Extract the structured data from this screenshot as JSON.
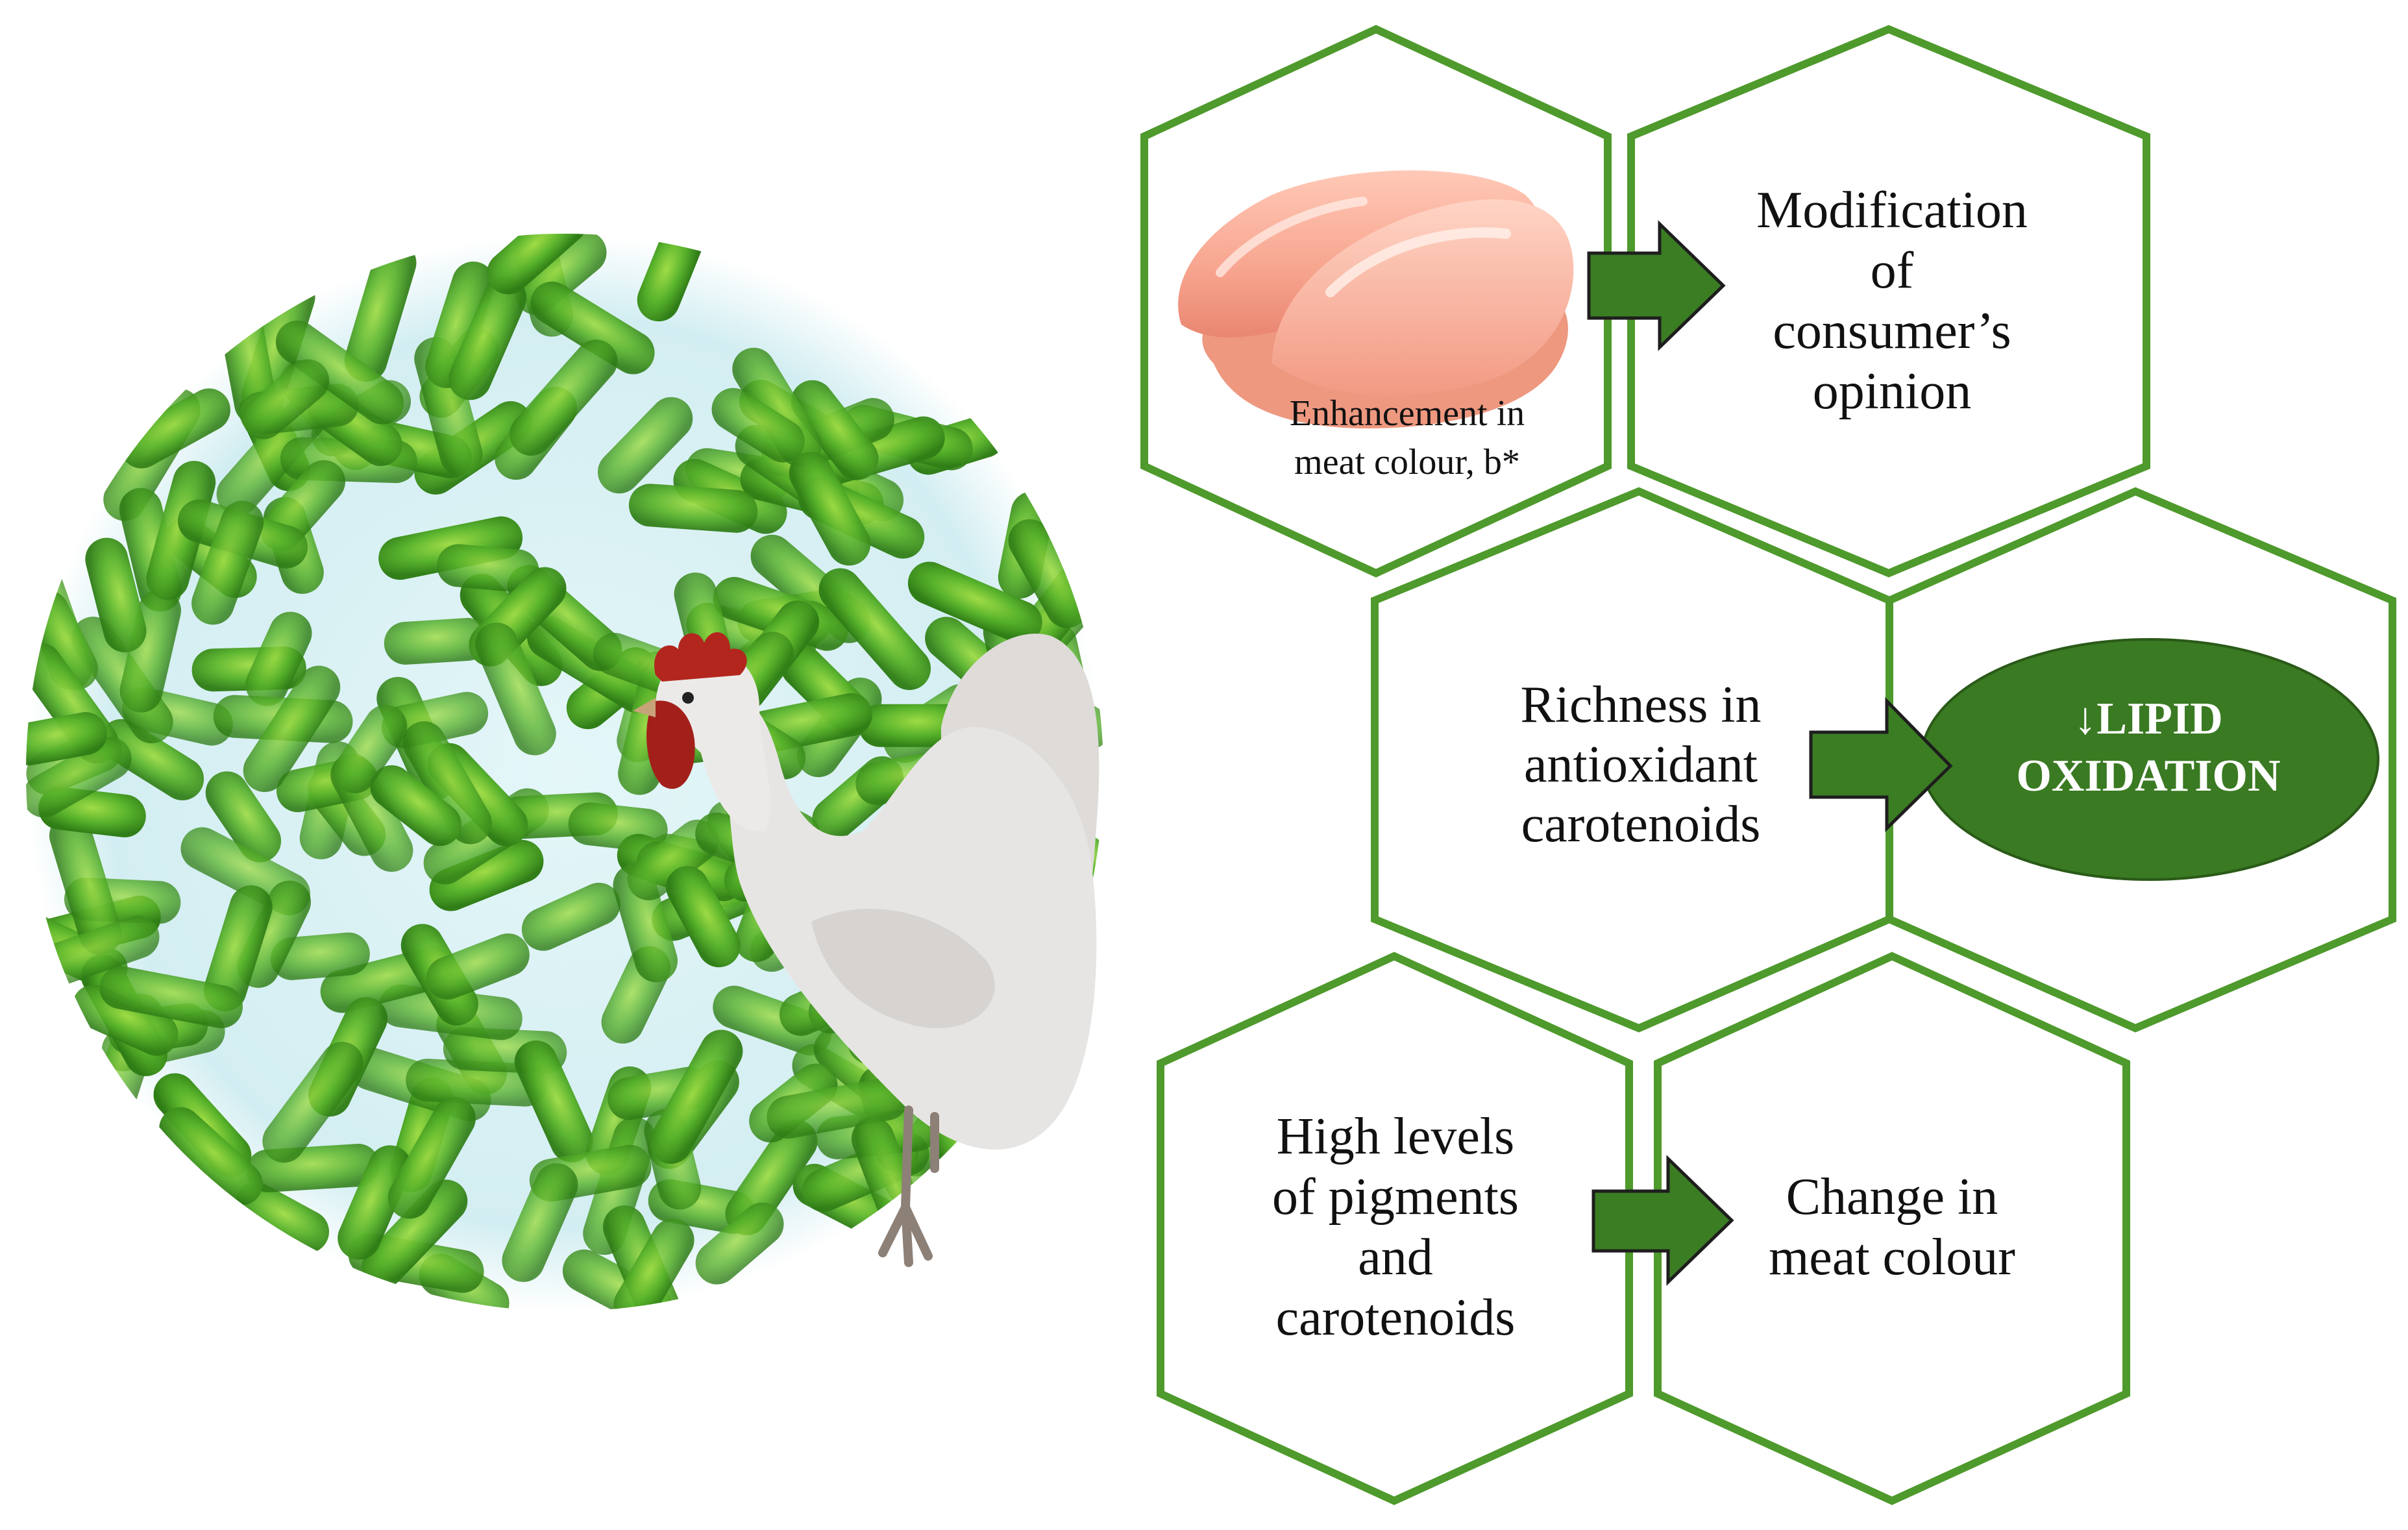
{
  "figure": {
    "hexagon_color": "#4e9a2c",
    "arrow_fill": "#3b7d23",
    "arrow_stroke": "#1e1e1e",
    "ellipse_fill": "#3a7a22"
  },
  "illustration": {
    "circle_background": "#d8f0f4",
    "algae_color": "#5fb62d",
    "chicken_body_color": "#e7e5e3",
    "comb_color": "#b3261e"
  },
  "hexagons": {
    "meat_caption": [
      "Enhancement in",
      "meat colour, b*"
    ],
    "consumer": [
      "Modification",
      "of",
      "consumer’s",
      "opinion"
    ],
    "antioxidant": [
      "Richness in",
      "antioxidant",
      "carotenoids"
    ],
    "lipid": [
      "↓LIPID",
      "OXIDATION"
    ],
    "pigments": [
      "High levels",
      "of pigments",
      "and",
      "carotenoids"
    ],
    "colour_change": [
      "Change in",
      "meat colour"
    ]
  }
}
